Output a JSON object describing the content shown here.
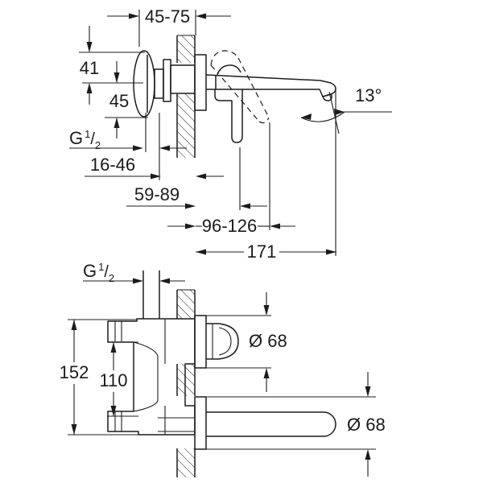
{
  "drawing_title": "wall-mounted basin mixer technical drawing",
  "colors": {
    "background": "#ffffff",
    "line": "#1c1c1c",
    "text": "#1a1a1a"
  },
  "side": {
    "dims": {
      "depth_range": "45-75",
      "h41": "41",
      "h45": "45",
      "thread": {
        "g": "G",
        "sup": "1",
        "slash": "/",
        "sub": "2"
      },
      "d16_46": "16-46",
      "d59_89": "59-89",
      "d96_126": "96-126",
      "d171": "171",
      "angle": "13°"
    }
  },
  "plan": {
    "dims": {
      "thread": {
        "g": "G",
        "sup": "1",
        "slash": "/",
        "sub": "2"
      },
      "d152": "152",
      "d110": "110",
      "dia_knob": "Ø 68",
      "dia_spout": "Ø 68"
    }
  }
}
